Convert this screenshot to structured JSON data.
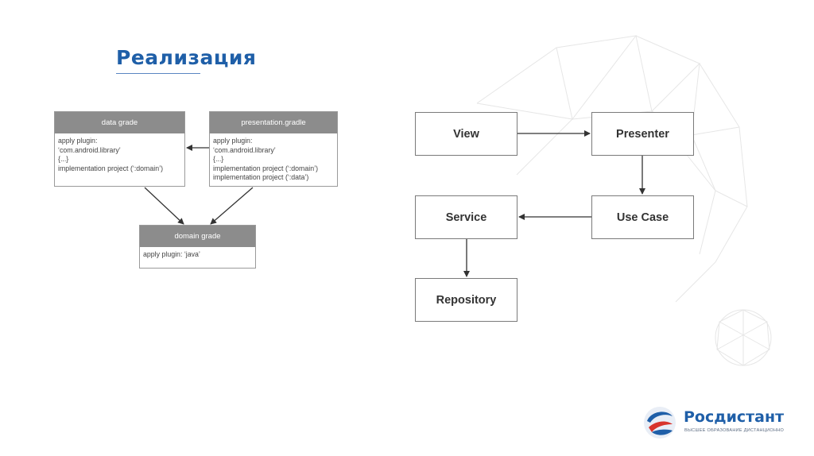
{
  "slide": {
    "title": "Реализация"
  },
  "gradle": {
    "data": {
      "header": "data grade",
      "lines": [
        "apply plugin:",
        "‘com.android.library’",
        "{...}",
        "implementation project (‘:domain’)"
      ]
    },
    "presentation": {
      "header": "presentation.gradle",
      "lines": [
        "apply plugin:",
        "‘com.android.library’",
        "{...}",
        "implementation project (‘:domain’)",
        "implementation project (‘:data’)"
      ]
    },
    "domain": {
      "header": "domain grade",
      "lines": [
        "apply plugin: ‘java’"
      ]
    }
  },
  "architecture": {
    "view": "View",
    "presenter": "Presenter",
    "use_case": "Use Case",
    "service": "Service",
    "repository": "Repository"
  },
  "logo": {
    "name": "Росдистант",
    "tagline": "ВЫСШЕЕ ОБРАЗОВАНИЕ ДИСТАНЦИОННО"
  },
  "colors": {
    "title": "#1f5fa8",
    "gradle_header": "#8c8c8c",
    "arrow": "#333333"
  }
}
